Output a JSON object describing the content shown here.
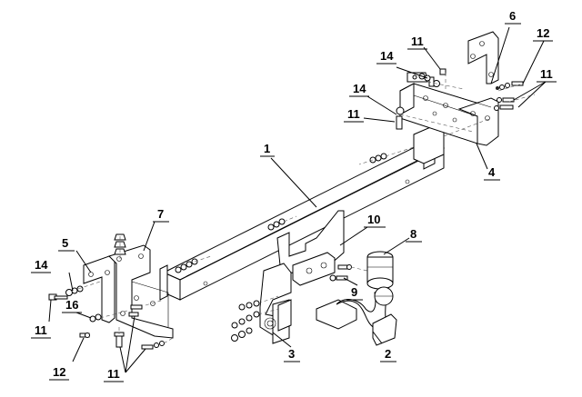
{
  "diagram": {
    "callouts": {
      "c1": "1",
      "c2": "2",
      "c3": "3",
      "c4": "4",
      "c5": "5",
      "c6": "6",
      "c7": "7",
      "c8": "8",
      "c9": "9",
      "c10": "10",
      "c11a": "11",
      "c11b": "11",
      "c11c": "11",
      "c11d": "11",
      "c11e": "11",
      "c12a": "12",
      "c12b": "12",
      "c14a": "14",
      "c14b": "14",
      "c14c": "14",
      "c16": "16"
    }
  }
}
